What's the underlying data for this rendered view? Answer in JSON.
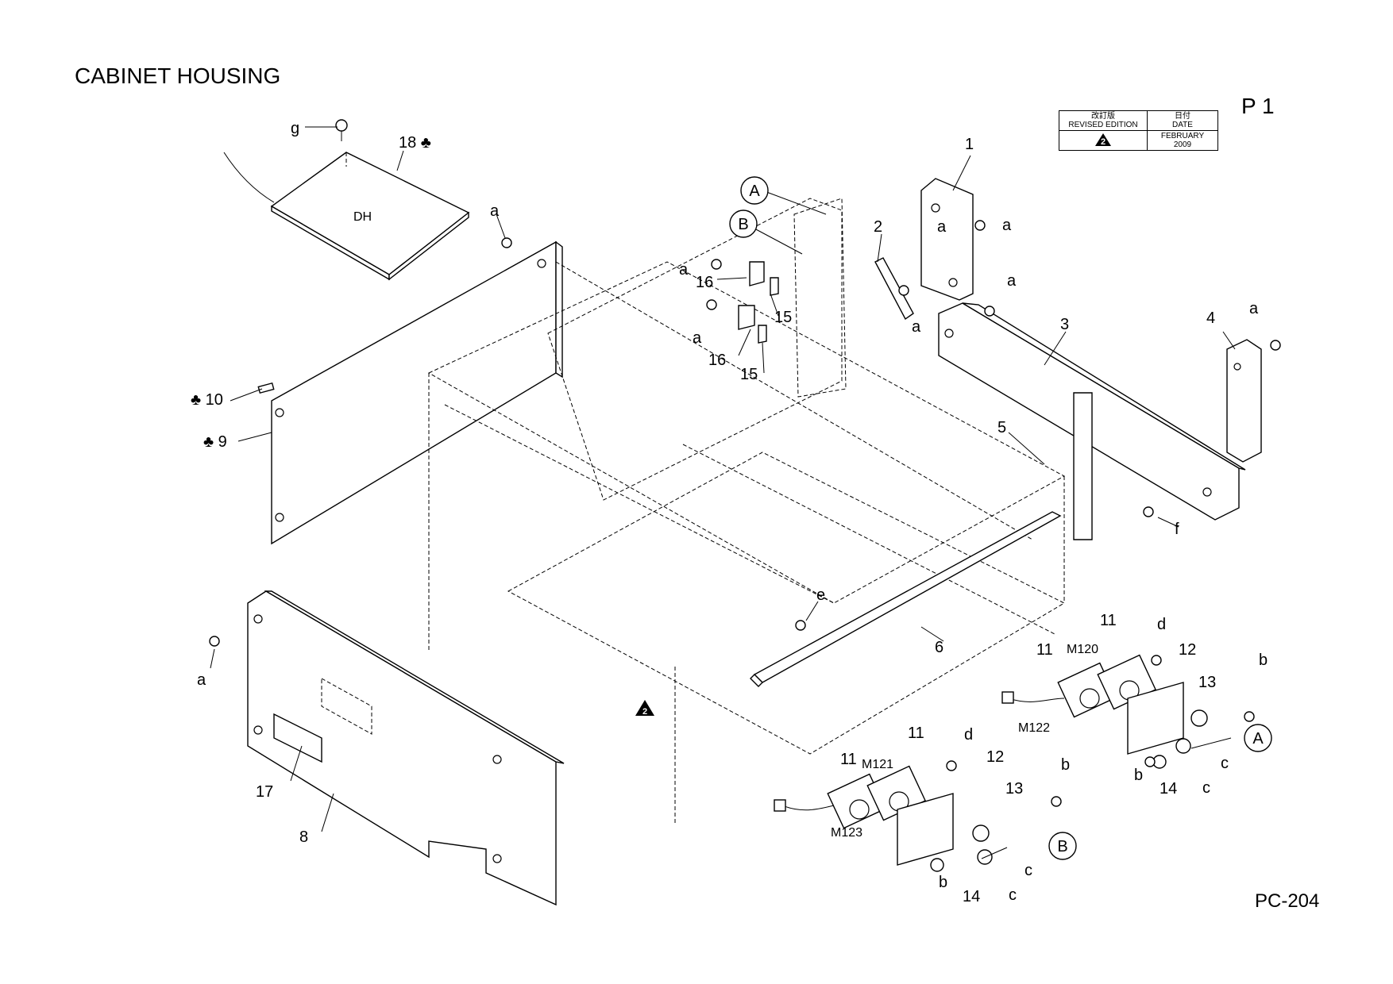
{
  "header": {
    "title": "CABINET HOUSING",
    "page": "P 1",
    "model": "PC-204"
  },
  "revision_box": {
    "col1_jp": "改訂版",
    "col1_en": "REVISED EDITION",
    "col2_jp": "日付",
    "col2_en": "DATE",
    "edition": "2",
    "date_line1": "FEBRUARY",
    "date_line2": "2009"
  },
  "diagram": {
    "component_labels": {
      "dh": "DH",
      "m120": "M120",
      "m121": "M121",
      "m122": "M122",
      "m123": "M123"
    },
    "callout_letters": {
      "A": "A",
      "B": "B"
    },
    "revision_mark": "2",
    "part_callouts": {
      "p1": "1",
      "p2": "2",
      "p3": "3",
      "p4": "4",
      "p5": "5",
      "p6": "6",
      "p8": "8",
      "p9": "♣ 9",
      "p10": "♣ 10",
      "p11a": "11",
      "p11b": "11",
      "p11c": "11",
      "p11d": "11",
      "p12a": "12",
      "p12b": "12",
      "p13a": "13",
      "p13b": "13",
      "p14a": "14",
      "p14b": "14",
      "p15a": "15",
      "p15b": "15",
      "p16a": "16",
      "p16b": "16",
      "p17": "17",
      "p18": "18 ♣"
    },
    "screw_callouts": {
      "g": "g",
      "a1": "a",
      "a2": "a",
      "a3": "a",
      "a4": "a",
      "a5": "a",
      "a6": "a",
      "a7": "a",
      "a8": "a",
      "a9": "a",
      "b1": "b",
      "b2": "b",
      "b3": "b",
      "b4": "b",
      "c1": "c",
      "c2": "c",
      "c3": "c",
      "c4": "c",
      "d1": "d",
      "d2": "d",
      "e": "e",
      "f": "f"
    }
  }
}
